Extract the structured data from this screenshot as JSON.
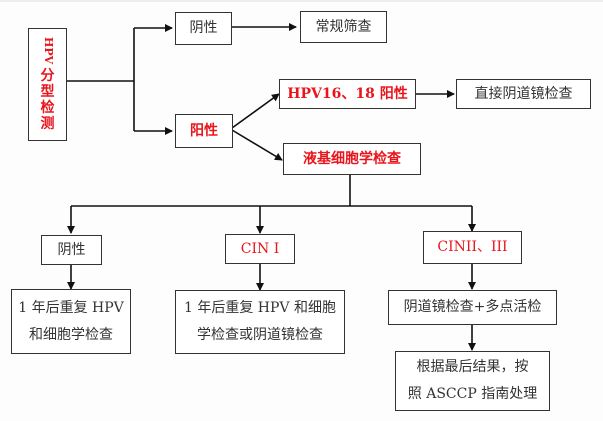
{
  "diagram": {
    "title_vertical": {
      "latin": "HPV",
      "chinese": [
        "分",
        "型",
        "检",
        "测"
      ]
    },
    "nodes": {
      "neg_top": "阴性",
      "routine": "常规筛查",
      "pos": "阳性",
      "hpv1618": "HPV16、18 阳性",
      "colpo_direct": "直接阴道镜检查",
      "lbc": "液基细胞学检查",
      "neg_bottom": "阴性",
      "cin1": "CIN I",
      "cin23": "CINII、III",
      "neg_followup": [
        "1 年后重复 HPV",
        "和细胞学检查"
      ],
      "cin1_followup": [
        "1 年后重复 HPV 和细胞",
        "学检查或阴道镜检查"
      ],
      "cin23_followup": "阴道镜检查+多点活检",
      "final": [
        "根据最后结果，按",
        "照 ASCCP 指南处理"
      ]
    },
    "colors": {
      "highlight": "#e8161c",
      "text": "#333333",
      "line": "#111111"
    }
  }
}
